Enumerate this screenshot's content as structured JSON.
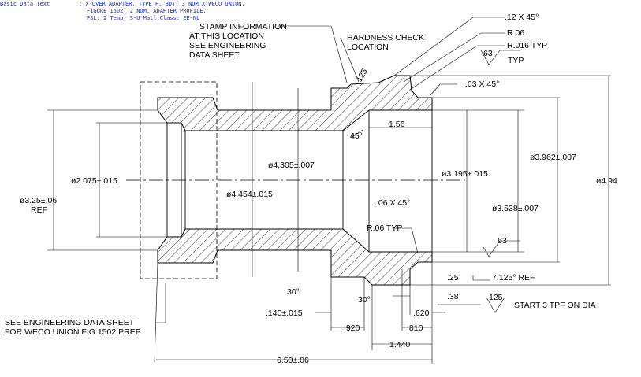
{
  "header": {
    "label": "Basic Data Text",
    "line1": ": X-OVER ADAPTER, TYPE F, BDY, 3 NOM X WECO UNION,",
    "line2": "FIGURE 1502, 2 NOM, ADAPTER PROFILE.",
    "line3": "PSL: 2 Temp: S-U Matl.Class: EE-NL"
  },
  "notes": {
    "stamp_1": "STAMP INFORMATION",
    "stamp_2": "AT THIS LOCATION",
    "stamp_3": "SEE ENGINEERING",
    "stamp_4": "DATA SHEET",
    "hardness_1": "HARDNESS CHECK",
    "hardness_2": "LOCATION",
    "eng_1": "SEE ENGINEERING DATA SHEET",
    "eng_2": "FOR WECO UNION FIG 1502 PREP",
    "start_tpf": "START 3 TPF ON DIA"
  },
  "dimensions": {
    "chamfer_12": ".12 X 45°",
    "r06_top": "R.06",
    "r016": "R.016 TYP",
    "finish_63_top": "63",
    "typ": "TYP",
    "chamfer_03": ".03 X 45°",
    "finish_125_top": "125",
    "angle_45": "45°",
    "d_156": "1.56",
    "d_3962": "ø3.962±.007",
    "d_494": "ø4.94",
    "d_4305": "ø4.305±.007",
    "d_2075": "ø2.075±.015",
    "d_325": "ø3.25±.06",
    "ref": "REF",
    "d_4454": "ø4.454±.015",
    "d_3195": "ø3.195±.015",
    "chamfer_06": ".06 X 45°",
    "d_3538": "ø3.538±.007",
    "r06_typ": "R.06 TYP",
    "finish_63_bot": "63",
    "d_025": ".25",
    "angle_7125": "7.125° REF",
    "angle_30a": "30°",
    "angle_30b": "30°",
    "d_038": ".38",
    "finish_125_bot": "125",
    "d_140": ".140±.015",
    "d_620": ".620",
    "d_920": ".920",
    "d_810": ".810",
    "d_1440": "1.440",
    "d_650": "6.50±.06"
  }
}
